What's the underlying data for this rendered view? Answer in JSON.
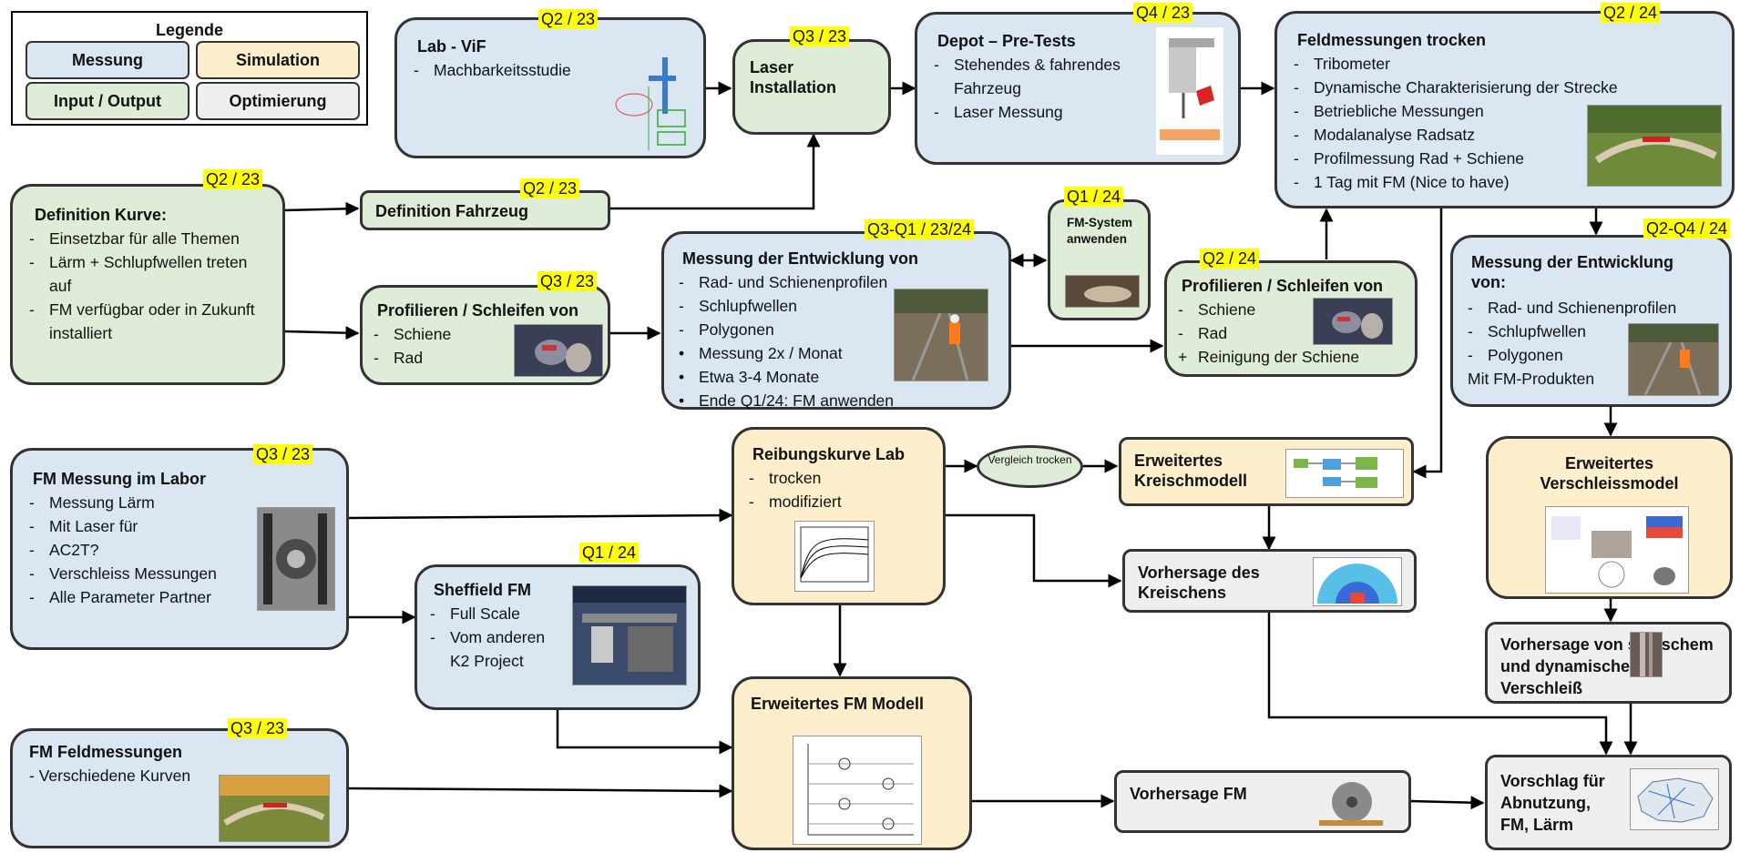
{
  "legend": {
    "title": "Legende",
    "items": [
      "Messung",
      "Simulation",
      "Input / Output",
      "Optimierung"
    ]
  },
  "colors": {
    "messung": "#dbe6f3",
    "simulation": "#fdefcc",
    "input_output": "#dfecd7",
    "optimierung": "#efefef",
    "quarter_tag": "#ffff00"
  },
  "nodes": {
    "lab_vif": {
      "title": "Lab - ViF",
      "items": [
        "Machbarkeitsstudie"
      ],
      "quarter": "Q2 / 23"
    },
    "laser": {
      "title": "Laser Installation",
      "quarter": "Q3 / 23"
    },
    "depot": {
      "title": "Depot – Pre-Tests",
      "items": [
        "Stehendes & fahrendes Fahrzeug",
        "Laser Messung"
      ],
      "quarter": "Q4 / 23"
    },
    "feld_trocken": {
      "title": "Feldmessungen trocken",
      "items": [
        "Tribometer",
        "Dynamische Charakterisierung der Strecke",
        "Betriebliche Messungen",
        "Modalanalyse Radsatz",
        "Profilmessung Rad + Schiene",
        "1 Tag mit FM (Nice to have)"
      ],
      "quarter": "Q2 / 24"
    },
    "def_kurve": {
      "title": "Definition Kurve:",
      "items": [
        "Einsetzbar für alle Themen",
        "Lärm + Schlupfwellen treten auf",
        "FM verfügbar oder in Zukunft installiert"
      ],
      "quarter": "Q2 / 23"
    },
    "def_fahrzeug": {
      "title": "Definition Fahrzeug",
      "quarter": "Q2 / 23"
    },
    "profil1": {
      "title": "Profilieren / Schleifen von",
      "items": [
        "Schiene",
        "Rad"
      ],
      "quarter": "Q3 / 23"
    },
    "mess_entw1": {
      "title": "Messung der Entwicklung von",
      "items": [
        "Rad- und Schienenprofilen",
        "Schlupfwellen",
        "Polygonen"
      ],
      "bullets": [
        "Messung 2x / Monat",
        "Etwa 3-4 Monate",
        "Ende Q1/24: FM anwenden"
      ],
      "quarter": "Q3-Q1 / 23/24"
    },
    "fm_system": {
      "title": "FM-System anwenden",
      "quarter": "Q1 / 24"
    },
    "profil2": {
      "title": "Profilieren / Schleifen von",
      "items": [
        "Schiene",
        "Rad"
      ],
      "plus": "Reinigung der Schiene",
      "quarter": "Q2 / 24"
    },
    "mess_entw2": {
      "title": "Messung der Entwicklung von:",
      "items": [
        "Rad- und Schienenprofilen",
        "Schlupfwellen",
        "Polygonen"
      ],
      "footer": "Mit FM-Produkten",
      "quarter": "Q2-Q4 / 24"
    },
    "fm_labor": {
      "title": "FM Messung im Labor",
      "items": [
        "Messung Lärm",
        "Mit Laser für",
        "AC2T?",
        "Verschleiss Messungen",
        "Alle Parameter Partner"
      ],
      "quarter": "Q3 / 23"
    },
    "reibung": {
      "title": "Reibungskurve Lab",
      "items": [
        "trocken",
        "modifiziert"
      ]
    },
    "vergleich": {
      "label": "Vergleich trocken"
    },
    "kreisch": {
      "title": "Erweitertes Kreischmodell"
    },
    "verschleiss": {
      "title": "Erweitertes Verschleissmodel"
    },
    "sheffield": {
      "title": "Sheffield FM",
      "items": [
        "Full Scale",
        "Vom anderen K2 Project"
      ],
      "quarter": "Q1 / 24"
    },
    "vorhersage_kreisch": {
      "title": "Vorhersage des Kreischens"
    },
    "vorhersage_verschleiss": {
      "title": "Vorhersage von statischem und dynamischem Verschleiß"
    },
    "fm_modell": {
      "title": "Erweitertes FM Modell"
    },
    "fm_feld": {
      "title": "FM Feldmessungen",
      "text": "- Verschiedene Kurven",
      "quarter": "Q3 / 23"
    },
    "vorhersage_fm": {
      "title": "Vorhersage FM"
    },
    "vorschlag": {
      "title": "Vorschlag für Abnutzung, FM, Lärm"
    }
  }
}
